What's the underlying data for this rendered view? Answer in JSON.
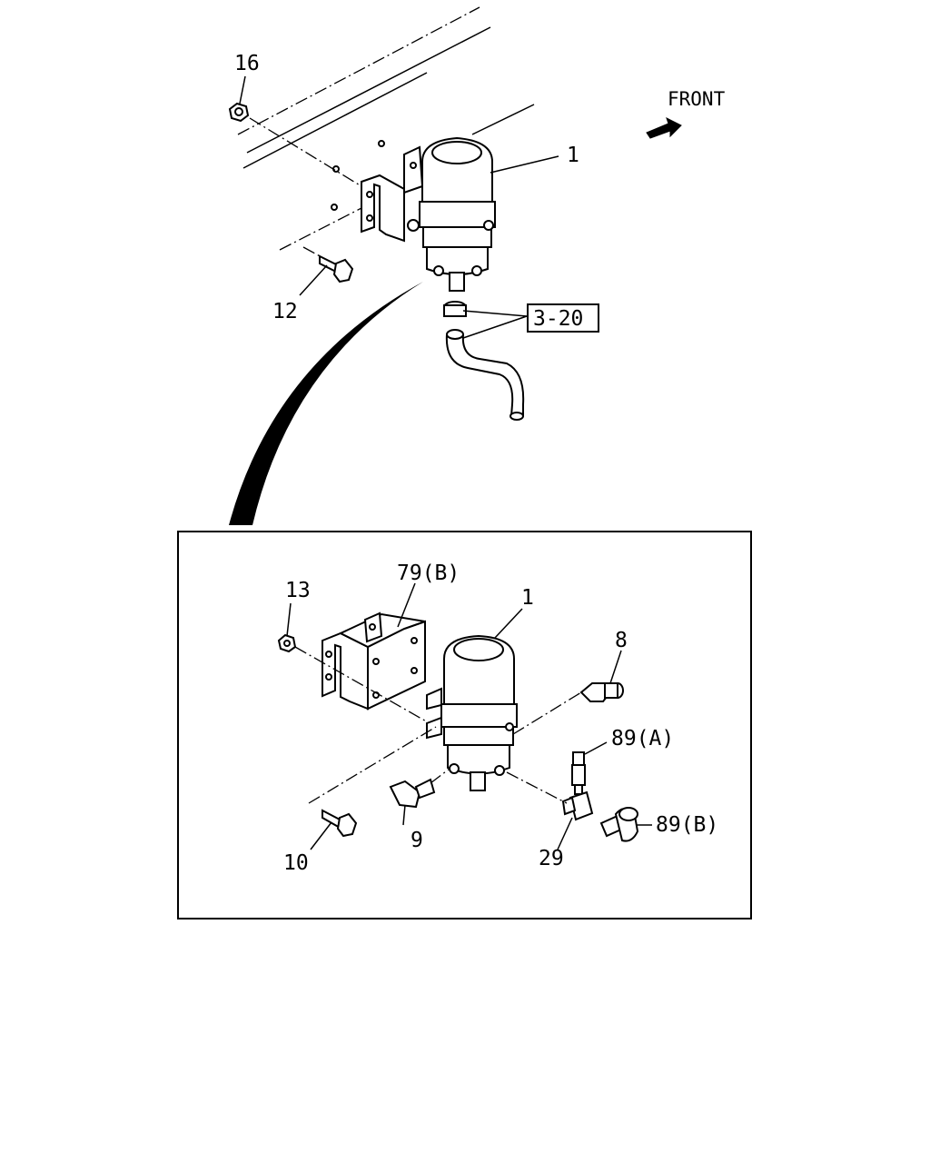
{
  "orientation": {
    "front_label": "FRONT",
    "arrow_icon": "front-arrow-icon"
  },
  "top_view": {
    "callouts": {
      "c16": "16",
      "c1": "1",
      "c12": "12",
      "ref": "3-20"
    }
  },
  "detail_view": {
    "callouts": {
      "c13": "13",
      "c79b": "79(B)",
      "c1": "1",
      "c8": "8",
      "c89a": "89(A)",
      "c89b": "89(B)",
      "c9": "9",
      "c10": "10",
      "c29": "29"
    }
  }
}
